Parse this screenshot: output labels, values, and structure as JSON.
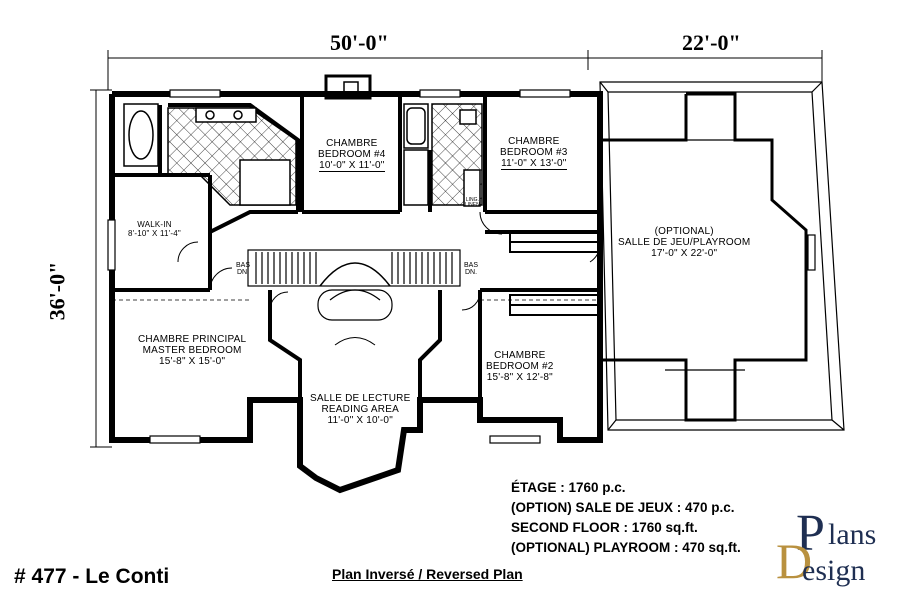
{
  "dimensions": {
    "width_main": "50'-0\"",
    "width_garage": "22'-0\"",
    "depth": "36'-0\""
  },
  "rooms": {
    "bedroom4": {
      "fr": "CHAMBRE",
      "en": "BEDROOM #4",
      "size": "10'-0\" X 11'-0\""
    },
    "bedroom3": {
      "fr": "CHAMBRE",
      "en": "BEDROOM #3",
      "size": "11'-0\" X 13'-0\""
    },
    "walkin": {
      "name": "WALK-IN",
      "size": "8'-10\" X 11'-4\""
    },
    "playroom": {
      "opt": "(OPTIONAL)",
      "name": "SALLE DE JEU/PLAYROOM",
      "size": "17'-0\" X 22'-0\""
    },
    "master": {
      "fr": "CHAMBRE PRINCIPAL",
      "en": "MASTER BEDROOM",
      "size": "15'-8\" X 15'-0\""
    },
    "bedroom2": {
      "fr": "CHAMBRE",
      "en": "BEDROOM #2",
      "size": "15'-8\" X 12'-8\""
    },
    "reading": {
      "fr": "SALLE DE LECTURE",
      "en": "READING AREA",
      "size": "11'-0\" X 10'-0\""
    }
  },
  "labels": {
    "bas": "BAS",
    "dn": "DN.",
    "ling": "LING.",
    "linen": "LINEN"
  },
  "info_lines": [
    "ÉTAGE : 1760 p.c.",
    "(OPTION) SALE DE JEUX : 470 p.c.",
    "SECOND FLOOR : 1760 sq.ft.",
    "(OPTIONAL) PLAYROOM : 470 sq.ft."
  ],
  "plan_number": "# 477 - Le Conti",
  "reversed_label": "Plan Inversé / Reversed Plan",
  "logo": {
    "p": "P",
    "lans": "lans",
    "d": "D",
    "esign": "esign"
  },
  "colors": {
    "logo_navy": "#1f2f52",
    "logo_gold": "#b9913f"
  }
}
